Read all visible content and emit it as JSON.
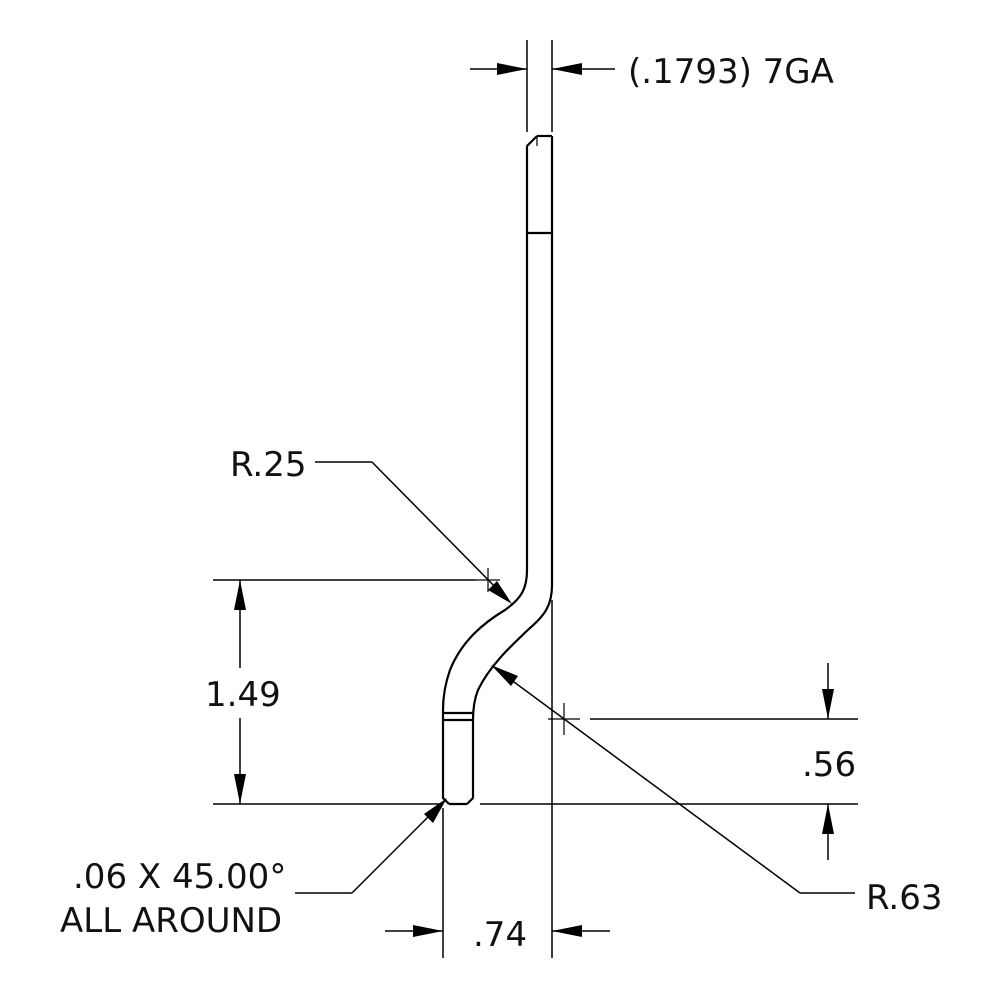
{
  "drawing": {
    "thickness_label": "(.1793) 7GA",
    "bend_radius_small_label": "R.25",
    "bend_radius_large_label": "R.63",
    "height_dim_label": "1.49",
    "offset_dim_label": ".56",
    "width_dim_label": ".74",
    "chamfer_label_line1": ".06 X 45.00°",
    "chamfer_label_line2": "ALL AROUND"
  },
  "colors": {
    "line": "#000000",
    "background": "#ffffff"
  }
}
